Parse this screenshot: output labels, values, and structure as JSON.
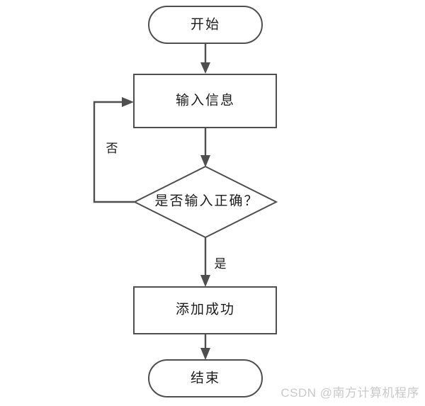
{
  "diagram": {
    "type": "flowchart",
    "title": "",
    "background_color": "#ffffff",
    "line_color": "#4f4f4f",
    "text_color": "#1c1c1c",
    "nodes": [
      {
        "id": "start",
        "shape": "terminator",
        "label": "开始"
      },
      {
        "id": "input",
        "shape": "process",
        "label": "输入信息"
      },
      {
        "id": "decide",
        "shape": "decision",
        "label": "是否输入正确？"
      },
      {
        "id": "success",
        "shape": "process",
        "label": "添加成功"
      },
      {
        "id": "end",
        "shape": "terminator",
        "label": "结束"
      }
    ],
    "edges": [
      {
        "id": "start-to-input",
        "from": "start",
        "to": "input",
        "label": ""
      },
      {
        "id": "input-to-decide",
        "from": "input",
        "to": "decide",
        "label": ""
      },
      {
        "id": "decide-no-loop",
        "from": "decide",
        "to": "input",
        "label": "否"
      },
      {
        "id": "decide-yes",
        "from": "decide",
        "to": "success",
        "label": "是"
      },
      {
        "id": "success-to-end",
        "from": "success",
        "to": "end",
        "label": ""
      }
    ]
  },
  "watermark": {
    "text": "CSDN @南方计算机程序",
    "color": "#c9c9c9"
  }
}
